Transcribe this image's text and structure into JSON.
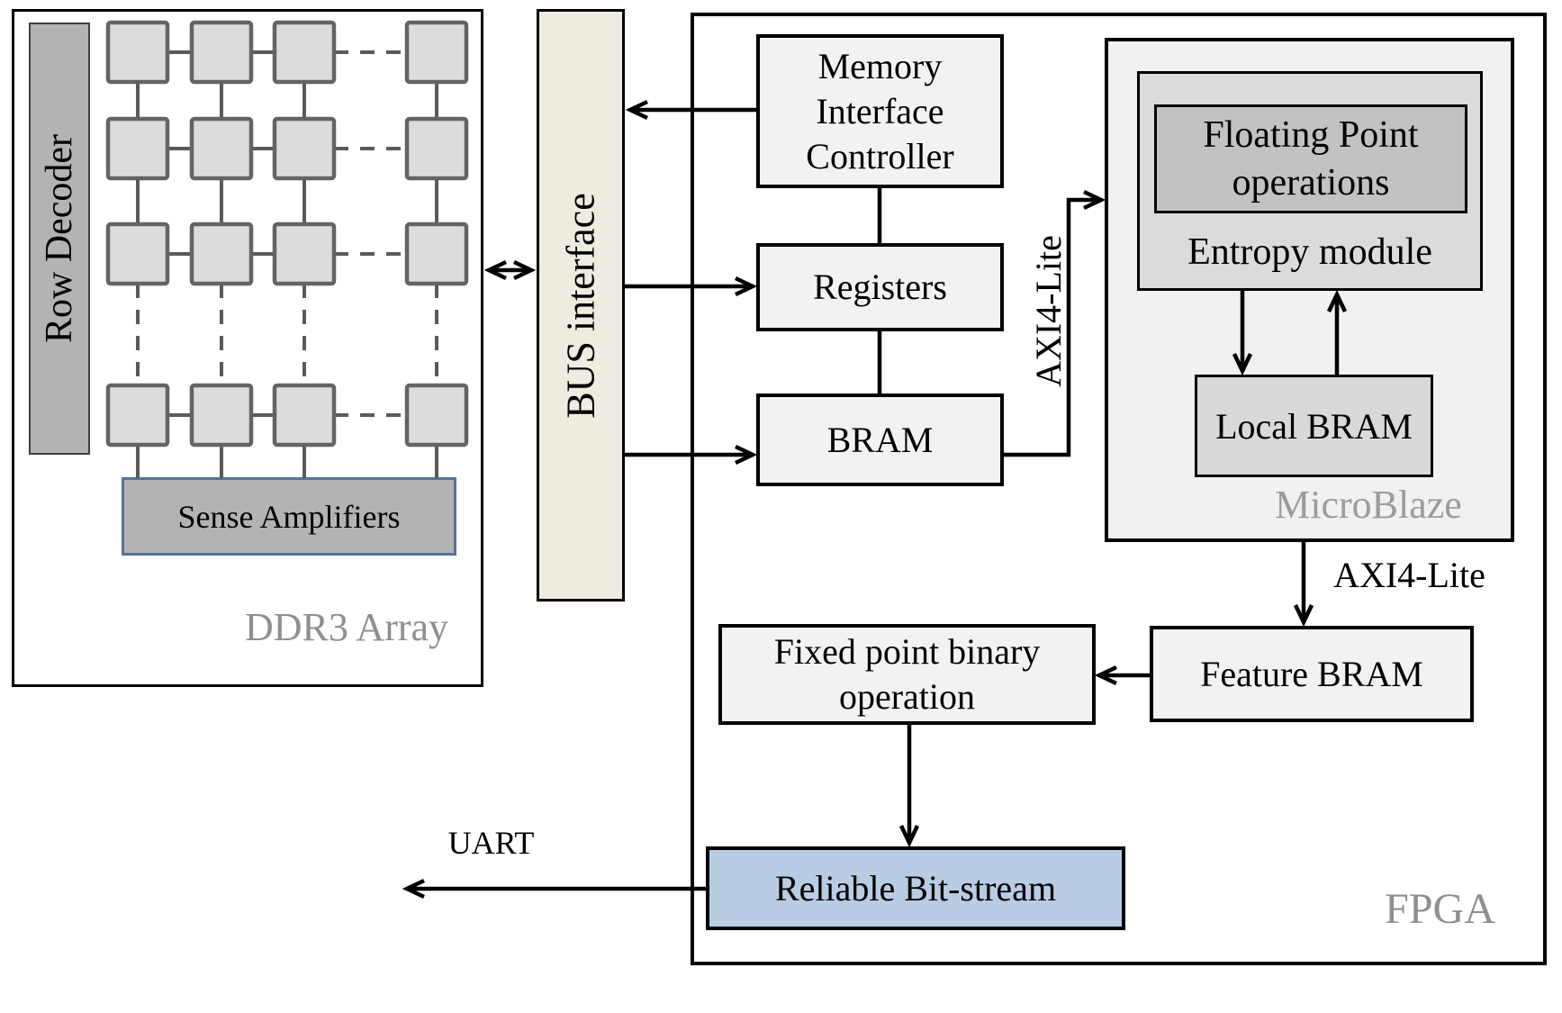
{
  "ddr3": {
    "label": "DDR3 Array",
    "row_decoder_label": "Row Decoder",
    "sense_amplifiers_label": "Sense Amplifiers",
    "cell_grid": {
      "rows": 4,
      "cols": 4
    }
  },
  "bus": {
    "label": "BUS interface"
  },
  "fpga": {
    "label": "FPGA",
    "mic_lines": [
      "Memory",
      "Interface",
      "Controller"
    ],
    "registers_label": "Registers",
    "bram_label": "BRAM",
    "axi4_lite_bus_label": "AXI4-Lite",
    "microblaze": {
      "label": "MicroBlaze",
      "entropy_module_label": "Entropy module",
      "floating_point_lines": [
        "Floating Point",
        "operations"
      ],
      "local_bram_label": "Local BRAM"
    },
    "axi4_lite_feature_label": "AXI4-Lite",
    "feature_bram_label": "Feature BRAM",
    "fixed_point_lines": [
      "Fixed point  binary",
      "operation"
    ],
    "reliable_bitstream_label": "Reliable Bit-stream"
  },
  "uart_label": "UART",
  "colors": {
    "bus_fill": "#eeece1",
    "reliable_fill": "#b8cce4",
    "dark_gray_fill": "#b3b3b3",
    "sense_border": "#567399",
    "entropy_fill": "#dbdbdb",
    "floating_point_fill": "#c2c2c2",
    "local_bram_fill": "#d9d9d9",
    "light_box_fill": "#f2f2f2",
    "muted_label": "#8f8f8f",
    "wire": "#000000",
    "grid_line": "#5a5a5a",
    "cell_fill": "#dcdcdc"
  }
}
